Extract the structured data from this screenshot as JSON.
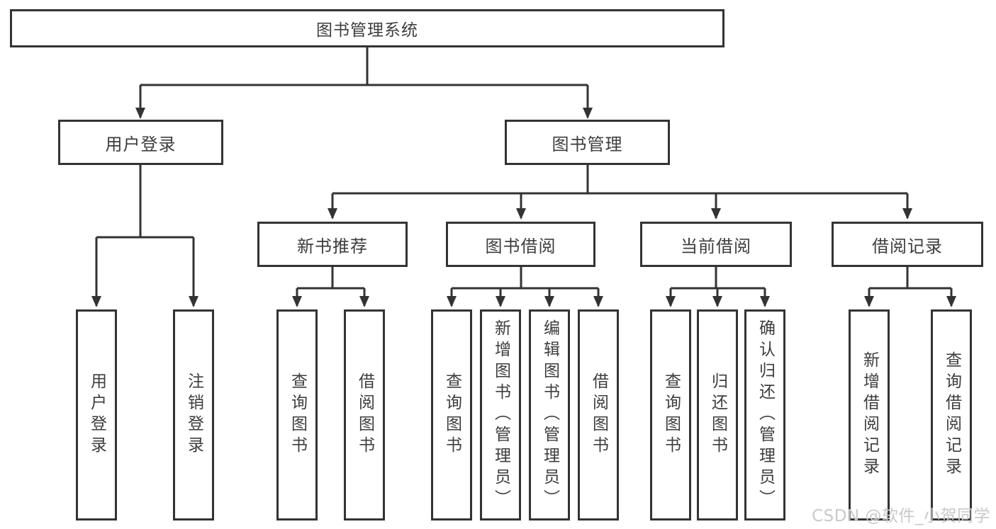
{
  "tree": {
    "root": {
      "label": "图书管理系统"
    },
    "branches": [
      {
        "label": "用户登录",
        "children": [
          {
            "label": "用户登录"
          },
          {
            "label": "注销登录"
          }
        ]
      },
      {
        "label": "图书管理",
        "children": [
          {
            "label": "新书推荐",
            "children": [
              {
                "label": "查询图书"
              },
              {
                "label": "借阅图书"
              }
            ]
          },
          {
            "label": "图书借阅",
            "children": [
              {
                "label": "查询图书"
              },
              {
                "label": "新增图书（管理员）"
              },
              {
                "label": "编辑图书（管理员）"
              },
              {
                "label": "借阅图书"
              }
            ]
          },
          {
            "label": "当前借阅",
            "children": [
              {
                "label": "查询图书"
              },
              {
                "label": "归还图书"
              },
              {
                "label": "确认归还（管理员）"
              }
            ]
          },
          {
            "label": "借阅记录",
            "children": [
              {
                "label": "新增借阅记录"
              },
              {
                "label": "查询借阅记录"
              }
            ]
          }
        ]
      }
    ]
  },
  "watermark": {
    "text": "CSDN @软件_小贺同学"
  },
  "colors": {
    "line": "#333333",
    "text": "#3d3d3d",
    "background": "#ffffff",
    "watermark": "#c9c9c9"
  }
}
